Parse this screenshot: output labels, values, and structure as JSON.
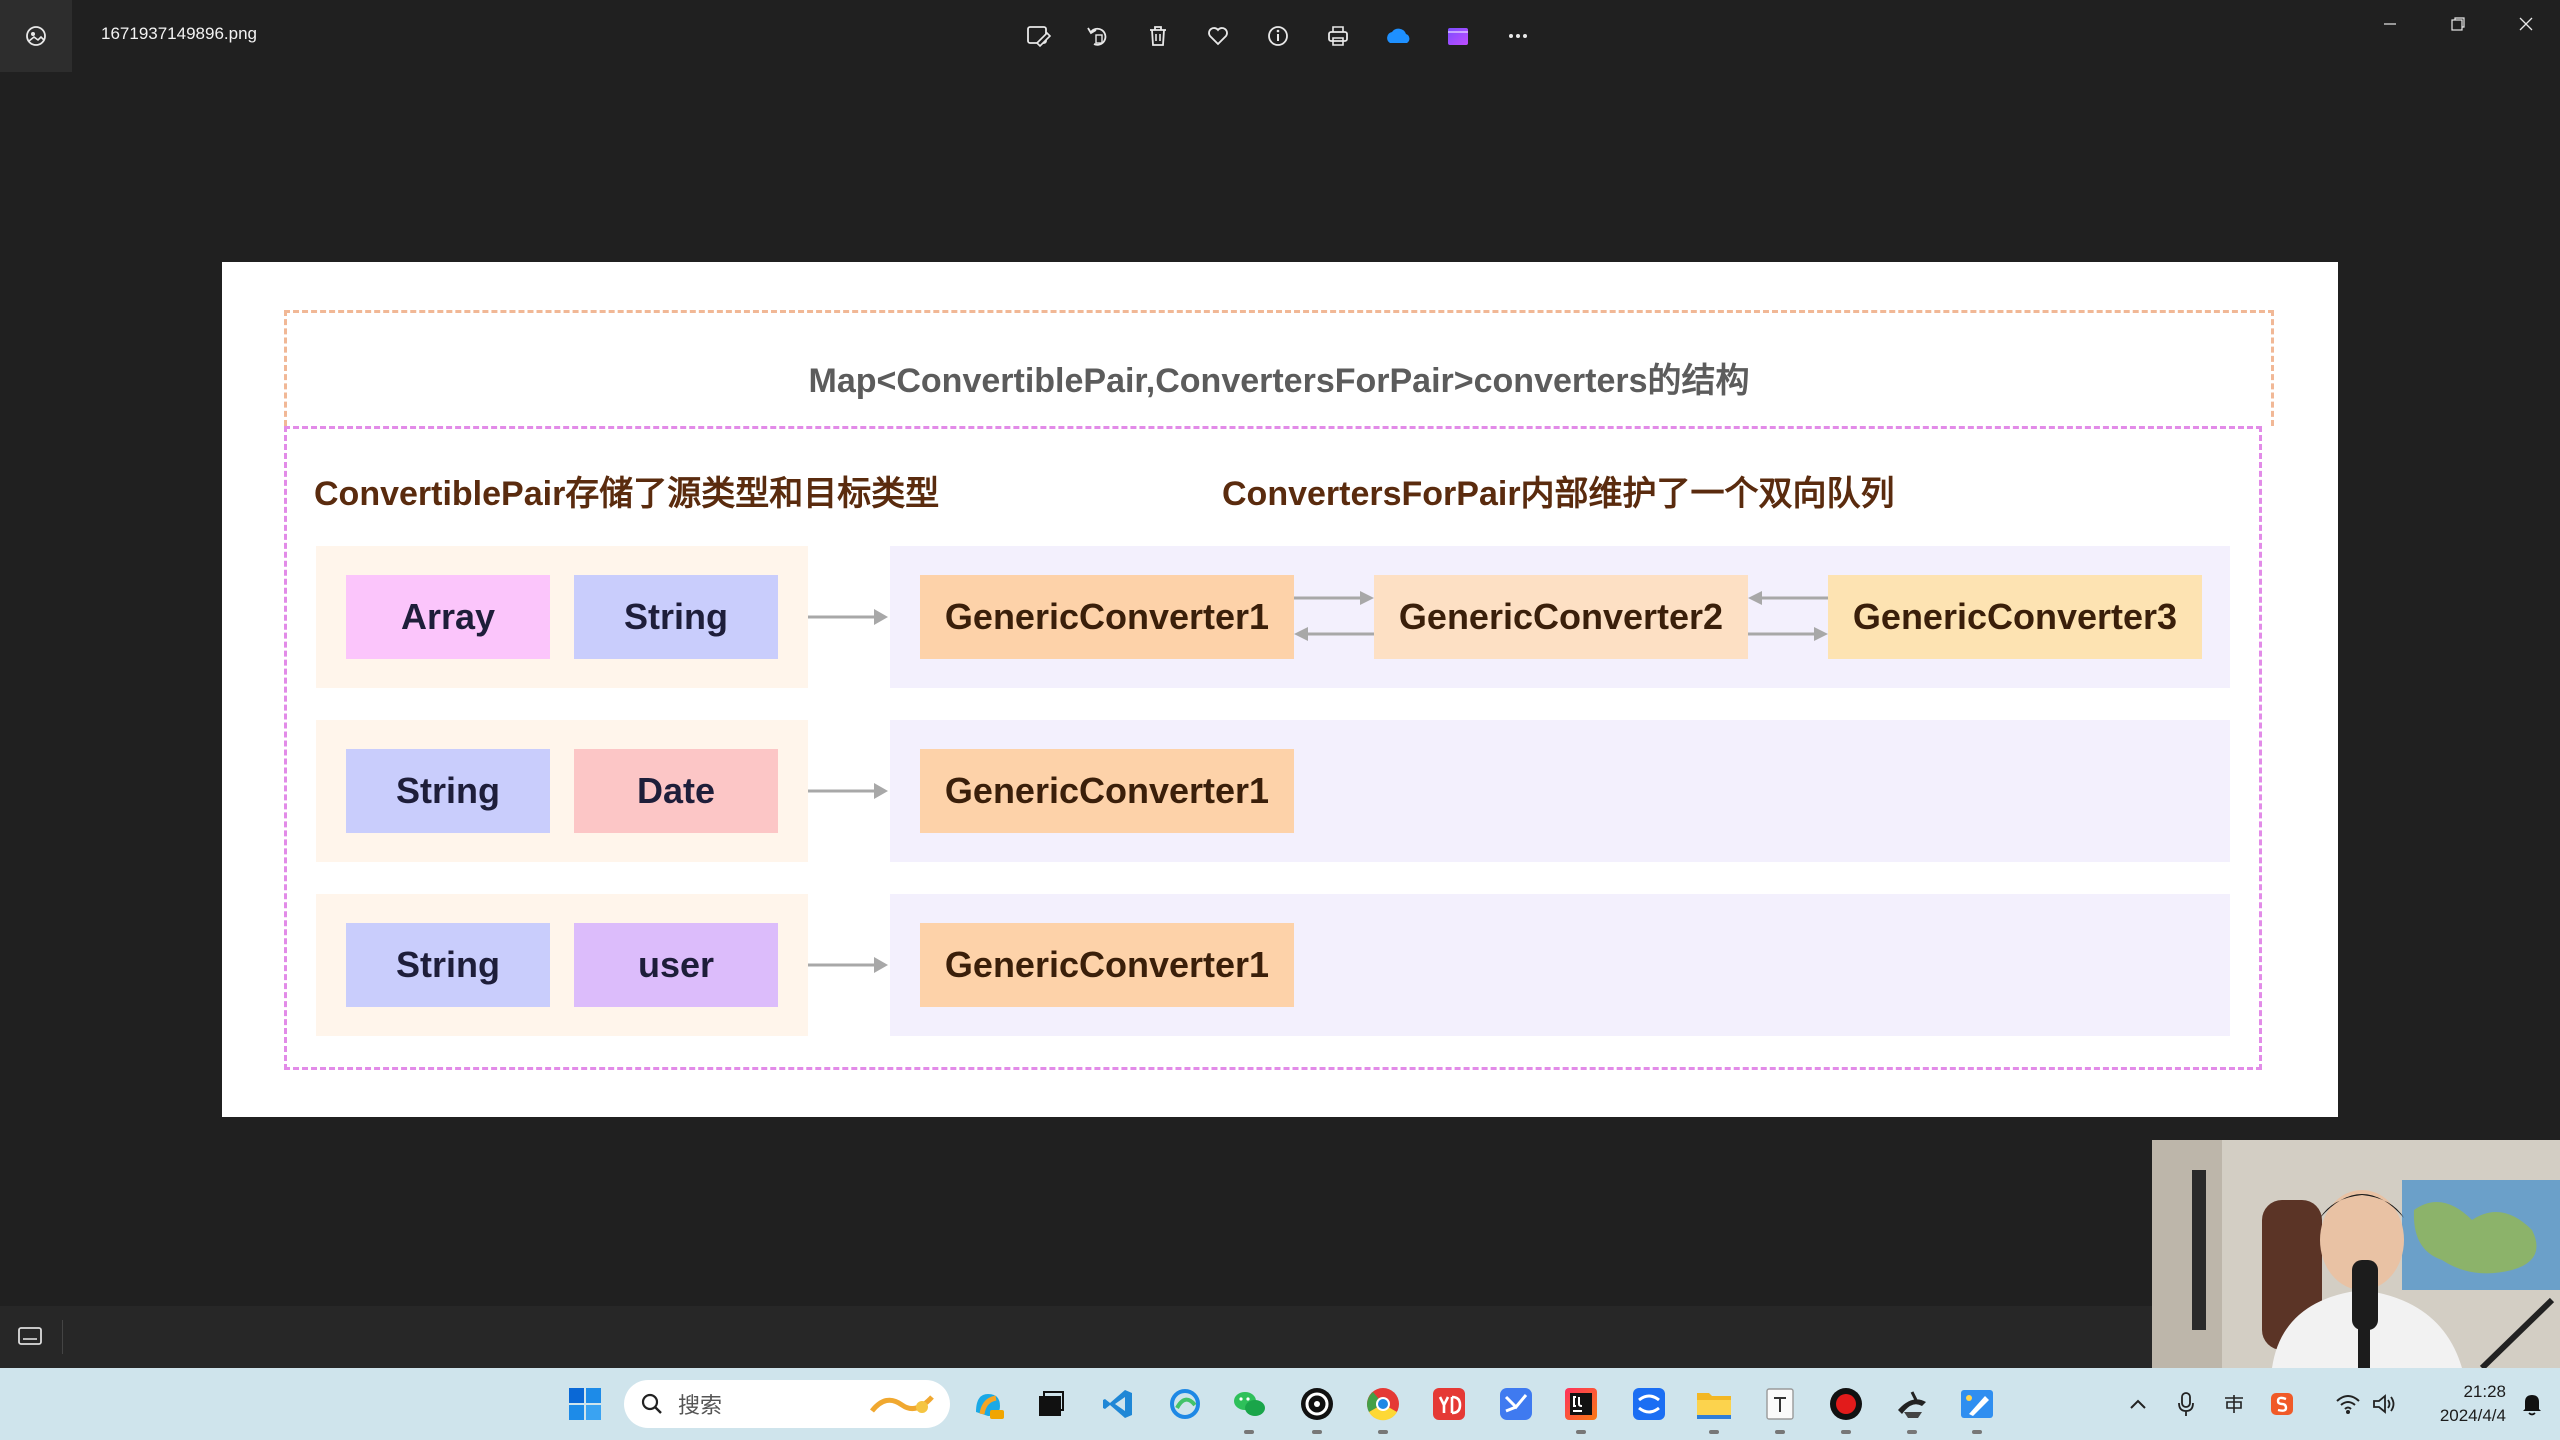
{
  "titlebar": {
    "filename": "1671937149896.png",
    "toolbar_icons": [
      "edit-image-icon",
      "rotate-icon",
      "delete-icon",
      "favorite-icon",
      "info-icon",
      "print-icon",
      "onedrive-icon",
      "clipchamp-icon",
      "more-icon"
    ],
    "window_controls": [
      "minimize-icon",
      "restore-icon",
      "close-icon"
    ]
  },
  "diagram": {
    "title": "Map<ConvertiblePair,ConvertersForPair>converters的结构",
    "left_heading": "ConvertiblePair存储了源类型和目标类型",
    "right_heading": "ConvertersForPair内部维护了一个双向队列",
    "rows": [
      {
        "source": "Array",
        "target": "String",
        "source_color": "#fbc5fb",
        "target_color": "#c9cdfc",
        "converters": [
          "GenericConverter1",
          "GenericConverter2",
          "GenericConverter3"
        ],
        "converter_colors": [
          "#fdd2a9",
          "#fde0c4",
          "#fde3b2"
        ]
      },
      {
        "source": "String",
        "target": "Date",
        "source_color": "#c9cdfc",
        "target_color": "#fcc6c6",
        "converters": [
          "GenericConverter1"
        ],
        "converter_colors": [
          "#fdd2a9"
        ]
      },
      {
        "source": "String",
        "target": "user",
        "source_color": "#c9cdfc",
        "target_color": "#dcbcfb",
        "converters": [
          "GenericConverter1"
        ],
        "converter_colors": [
          "#fdd2a9"
        ]
      }
    ]
  },
  "taskbar": {
    "search_placeholder": "搜索",
    "time": "21:28",
    "date": "2024/4/4"
  }
}
